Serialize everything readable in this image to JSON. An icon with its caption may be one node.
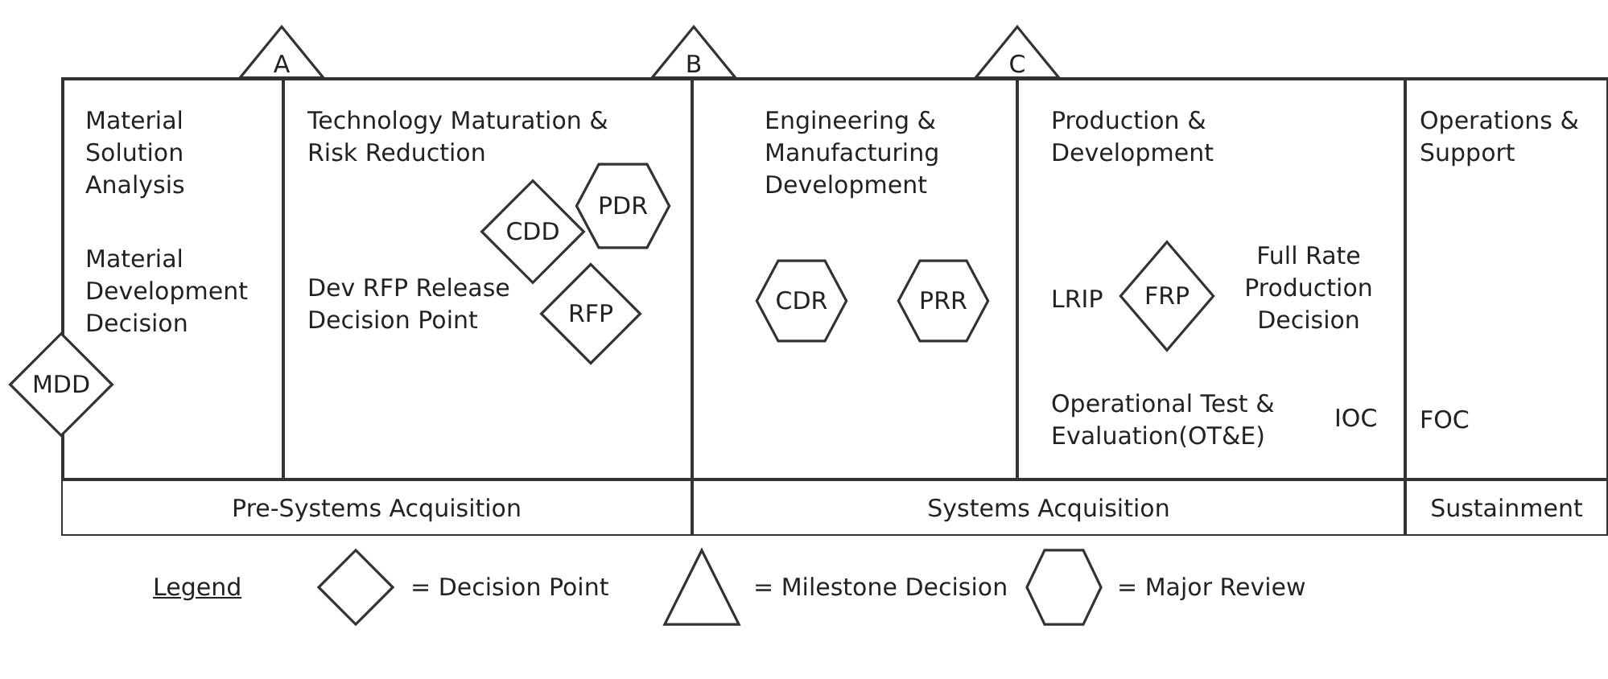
{
  "diagram": {
    "nodes": [
      {
        "text": [
          "A"
        ]
      },
      {
        "text": [
          "B"
        ]
      },
      {
        "text": [
          "C"
        ]
      },
      {
        "text": [
          "Material Solution Analysis",
          "Material Development Decision"
        ]
      },
      {
        "text": [
          "Technology Maturation & Risk Reduction",
          "Dev RFP Release Decision Point"
        ]
      },
      {
        "text": [
          "PDR"
        ],
        "in": 4
      },
      {
        "text": [
          "CDD"
        ],
        "in": 4
      },
      {
        "text": [
          "RFP"
        ],
        "in": 4
      },
      {
        "text": [
          "MDD"
        ]
      },
      {
        "text": [
          "Engineering & Manufacturing Development"
        ]
      },
      {
        "text": [
          "CDR"
        ],
        "in": 9
      },
      {
        "text": [
          "PRR"
        ],
        "in": 9
      },
      {
        "text": [
          "Production & Development",
          "LRIP",
          "Full Rate Production Decision",
          "Operational Test & Evaluation(OT&E)",
          "IOC"
        ]
      },
      {
        "text": [
          "FRP"
        ],
        "in": 12
      },
      {
        "text": [
          "Operations & Support",
          "FOC"
        ]
      },
      {
        "text": [
          "Pre-Systems Acquisition"
        ]
      },
      {
        "text": [
          "Systems Acquisition"
        ]
      },
      {
        "text": [
          "Sustainment"
        ]
      }
    ],
    "labels": [
      "Legend"
    ],
    "legend": [
      {
        "text": "= Decision Point"
      },
      {
        "text": "= Milestone Decision"
      },
      {
        "text": "= Major Review"
      }
    ]
  }
}
